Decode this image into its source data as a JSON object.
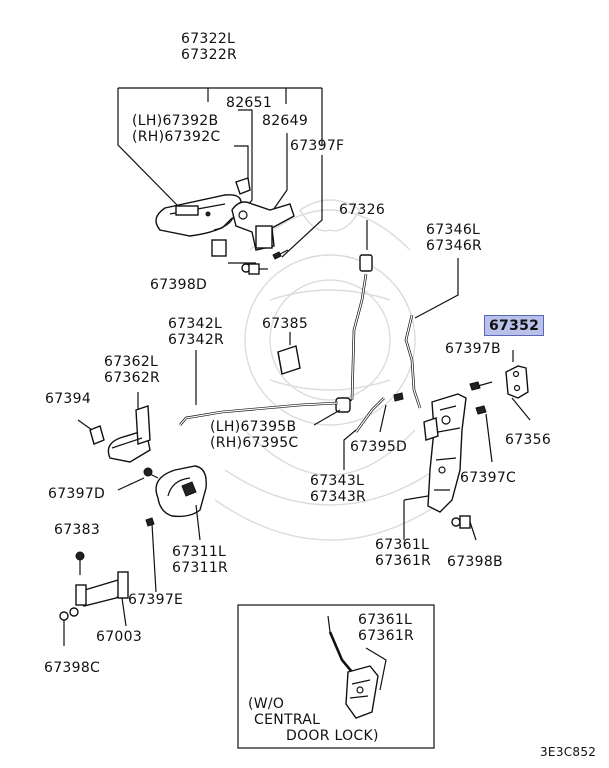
{
  "labels": {
    "p67322": [
      "67322L",
      "67322R"
    ],
    "p82651": "82651",
    "p67392": [
      "(LH)67392B",
      "(RH)67392C"
    ],
    "p82649": "82649",
    "p67397F": "67397F",
    "p67398D": "67398D",
    "p67326": "67326",
    "p67346": [
      "67346L",
      "67346R"
    ],
    "p67352": "67352",
    "p67385": "67385",
    "p67342": [
      "67342L",
      "67342R"
    ],
    "p67397B": "67397B",
    "p67362": [
      "67362L",
      "67362R"
    ],
    "p67394": "67394",
    "p67356": "67356",
    "p67395": [
      "(LH)67395B",
      "(RH)67395C"
    ],
    "p67395D": "67395D",
    "p67343": [
      "67343L",
      "67343R"
    ],
    "p67397C": "67397C",
    "p67397D": "67397D",
    "p67383": "67383",
    "p67311": [
      "67311L",
      "67311R"
    ],
    "p67361": [
      "67361L",
      "67361R"
    ],
    "p67398B": "67398B",
    "p67397E": "67397E",
    "p67003": "67003",
    "p67398C": "67398C",
    "inset_part": [
      "67361L",
      "67361R"
    ],
    "inset_note": [
      "(W/O",
      "CENTRAL",
      "DOOR LOCK)"
    ],
    "figure_code": "3E3C852"
  },
  "highlight_color": "#b9c1ea"
}
